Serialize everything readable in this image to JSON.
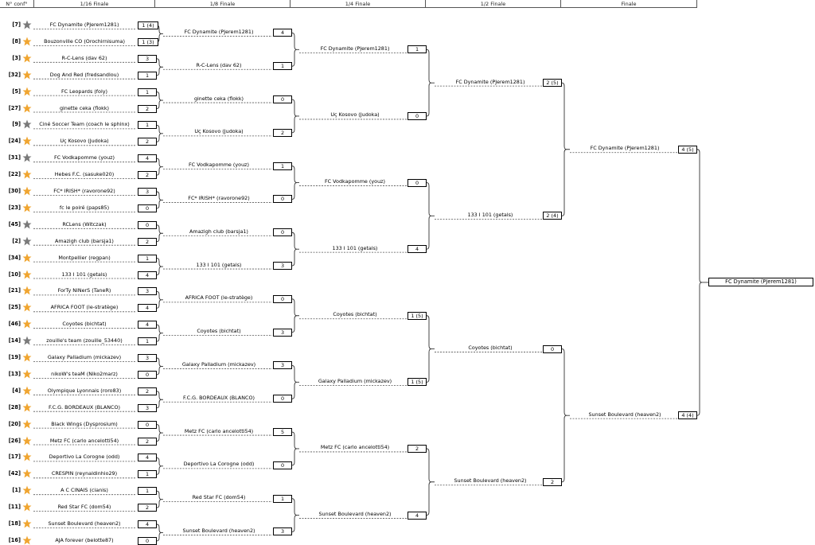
{
  "header": {
    "columns": [
      "N° conf°",
      "1/16 Finale",
      "1/8 Finale",
      "1/4 Finale",
      "1/2 Finale",
      "Finale"
    ]
  },
  "colors": {
    "star_gold": "#f0a530",
    "star_grey": "#7a7a7a",
    "line": "#333333",
    "dash": "#555555"
  },
  "round16": [
    {
      "seed": "[7]",
      "star": "grey-star-icon",
      "name": "FC Dynamite (PJerem1281)",
      "score": "1 (4)"
    },
    {
      "seed": "[8]",
      "star": "gold-star-icon",
      "name": "Bouzonville CO (Orochirnisuma)",
      "score": "1 (3)"
    },
    {
      "seed": "[3]",
      "star": "gold-star-icon",
      "name": "R-C-Lens (dav 62)",
      "score": "3"
    },
    {
      "seed": "[32]",
      "star": "gold-star-icon",
      "name": "Dog And Red (fredsandlou)",
      "score": "1"
    },
    {
      "seed": "[5]",
      "star": "gold-star-icon",
      "name": "FC Leopards (foly)",
      "score": "1"
    },
    {
      "seed": "[27]",
      "star": "gold-star-icon",
      "name": "ginette ceka (flokk)",
      "score": "2"
    },
    {
      "seed": "[9]",
      "star": "grey-star-icon",
      "name": "Ciné Soccer Team (coach le sphinx)",
      "score": "1"
    },
    {
      "seed": "[24]",
      "star": "gold-star-icon",
      "name": "Uç Kosovo (Judoka)",
      "score": "2"
    },
    {
      "seed": "[31]",
      "star": "grey-star-icon",
      "name": "FC Vodkapomme (youz)",
      "score": "4"
    },
    {
      "seed": "[22]",
      "star": "gold-star-icon",
      "name": "Hebes F.C. (sasuke020)",
      "score": "2"
    },
    {
      "seed": "[30]",
      "star": "gold-star-icon",
      "name": "FC* IRISH* (ravorone92)",
      "score": "3"
    },
    {
      "seed": "[23]",
      "star": "gold-star-icon",
      "name": "fc le poiré (paps85)",
      "score": "0"
    },
    {
      "seed": "[45]",
      "star": "grey-star-icon",
      "name": "RCLens (Witczak)",
      "score": "0"
    },
    {
      "seed": "[2]",
      "star": "grey-star-icon",
      "name": "Amazigh club (barsja1)",
      "score": "2"
    },
    {
      "seed": "[34]",
      "star": "gold-star-icon",
      "name": "Montpellier (regpan)",
      "score": "1"
    },
    {
      "seed": "[10]",
      "star": "gold-star-icon",
      "name": "133 I 101 (getals)",
      "score": "4"
    },
    {
      "seed": "[21]",
      "star": "gold-star-icon",
      "name": "ForTy NiNerS (TaneR)",
      "score": "3"
    },
    {
      "seed": "[25]",
      "star": "gold-star-icon",
      "name": "AFRICA FOOT (le-stratège)",
      "score": "4"
    },
    {
      "seed": "[46]",
      "star": "gold-star-icon",
      "name": "Coyotes (bichtat)",
      "score": "4"
    },
    {
      "seed": "[14]",
      "star": "grey-star-icon",
      "name": "zouille's team (zouille_53440)",
      "score": "1"
    },
    {
      "seed": "[19]",
      "star": "gold-star-icon",
      "name": "Galaxy Palladium (mickazev)",
      "score": "3"
    },
    {
      "seed": "[13]",
      "star": "gold-star-icon",
      "name": "nikoW's teaM (Niko2marz)",
      "score": "0"
    },
    {
      "seed": "[4]",
      "star": "gold-star-icon",
      "name": "Olympique Lyonnais (roro83)",
      "score": "2"
    },
    {
      "seed": "[28]",
      "star": "gold-star-icon",
      "name": "F.C.G. BORDEAUX (BLANCO)",
      "score": "3"
    },
    {
      "seed": "[20]",
      "star": "gold-star-icon",
      "name": "Black Wings (Dysprosium)",
      "score": "0"
    },
    {
      "seed": "[26]",
      "star": "gold-star-icon",
      "name": "Metz FC (carlo ancelotti54)",
      "score": "2"
    },
    {
      "seed": "[17]",
      "star": "gold-star-icon",
      "name": "Deportivo La Corogne (odd)",
      "score": "4"
    },
    {
      "seed": "[42]",
      "star": "gold-star-icon",
      "name": "CRESPIN (reynaldinhio29)",
      "score": "1"
    },
    {
      "seed": "[1]",
      "star": "gold-star-icon",
      "name": "A C CINAIS (cianis)",
      "score": "1"
    },
    {
      "seed": "[11]",
      "star": "gold-star-icon",
      "name": "Red Star FC (dom54)",
      "score": "2"
    },
    {
      "seed": "[18]",
      "star": "gold-star-icon",
      "name": "Sunset Boulevard (heaven2)",
      "score": "4"
    },
    {
      "seed": "[16]",
      "star": "gold-star-icon",
      "name": "AJA forever (belotte87)",
      "score": "0"
    }
  ],
  "round8": [
    {
      "name": "FC Dynamite (PJerem1281)",
      "score": "4"
    },
    {
      "name": "R-C-Lens (dav 62)",
      "score": "1"
    },
    {
      "name": "ginette ceka (flokk)",
      "score": "0"
    },
    {
      "name": "Uç Kosovo (Judoka)",
      "score": "2"
    },
    {
      "name": "FC Vodkapomme (youz)",
      "score": "1"
    },
    {
      "name": "FC* IRISH* (ravorone92)",
      "score": "0"
    },
    {
      "name": "Amazigh club (barsja1)",
      "score": "0"
    },
    {
      "name": "133 I 101 (getals)",
      "score": "3"
    },
    {
      "name": "AFRICA FOOT (le-stratège)",
      "score": "0"
    },
    {
      "name": "Coyotes (bichtat)",
      "score": "3"
    },
    {
      "name": "Galaxy Palladium (mickazev)",
      "score": "3"
    },
    {
      "name": "F.C.G. BORDEAUX (BLANCO)",
      "score": "0"
    },
    {
      "name": "Metz FC (carlo ancelotti54)",
      "score": "5"
    },
    {
      "name": "Deportivo La Corogne (odd)",
      "score": "0"
    },
    {
      "name": "Red Star FC (dom54)",
      "score": "1"
    },
    {
      "name": "Sunset Boulevard (heaven2)",
      "score": "3"
    }
  ],
  "round4": [
    {
      "name": "FC Dynamite (PJerem1281)",
      "score": "1"
    },
    {
      "name": "Uç Kosovo (Judoka)",
      "score": "0"
    },
    {
      "name": "FC Vodkapomme (youz)",
      "score": "0"
    },
    {
      "name": "133 I 101 (getals)",
      "score": "4"
    },
    {
      "name": "Coyotes (bichtat)",
      "score": "1 (5)"
    },
    {
      "name": "Galaxy Palladium (mickazev)",
      "score": "1 (5)"
    },
    {
      "name": "Metz FC (carlo ancelotti54)",
      "score": "2"
    },
    {
      "name": "Sunset Boulevard (heaven2)",
      "score": "4"
    }
  ],
  "round2": [
    {
      "name": "FC Dynamite (PJerem1281)",
      "score": "2 (5)"
    },
    {
      "name": "133 I 101 (getals)",
      "score": "2 (4)"
    },
    {
      "name": "Coyotes (bichtat)",
      "score": "0"
    },
    {
      "name": "Sunset Boulevard (heaven2)",
      "score": "2"
    }
  ],
  "round1": [
    {
      "name": "FC Dynamite (PJerem1281)",
      "score": "4 (5)"
    },
    {
      "name": "Sunset Boulevard (heaven2)",
      "score": "4 (4)"
    }
  ],
  "champion": {
    "name": "FC Dynamite (PJerem1281)"
  }
}
